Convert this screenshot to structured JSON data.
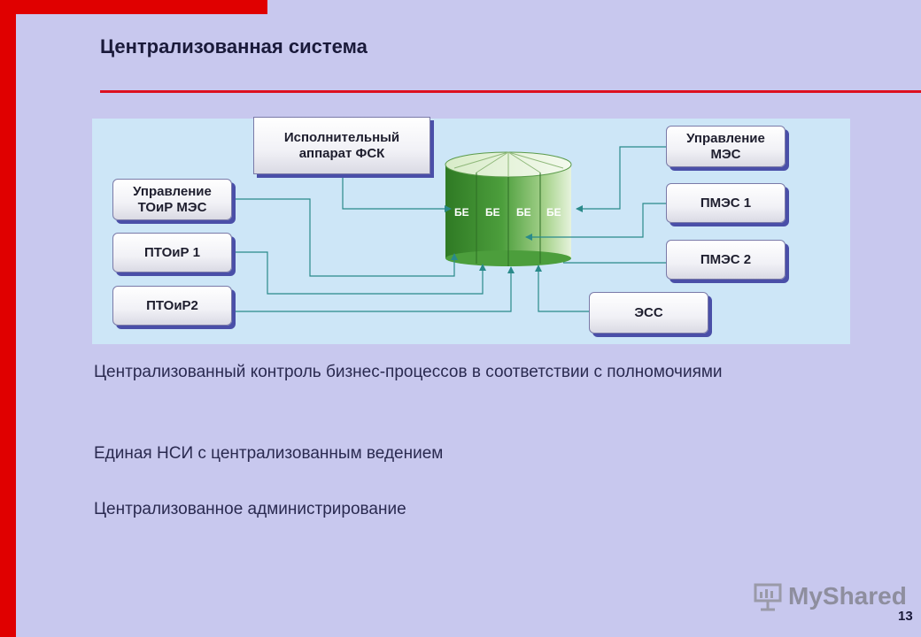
{
  "title": "Централизованная система",
  "diagram": {
    "nodes": {
      "fsk": "Исполнительный\nаппарат ФСК",
      "upr_toir": "Управление\nТОиР МЭС",
      "ptoir1": "ПТОиР 1",
      "ptoir2": "ПТОиР2",
      "upr_mes": "Управление\nМЭС",
      "pmes1": "ПМЭС 1",
      "pmes2": "ПМЭС 2",
      "ess": "ЭСС"
    },
    "database_labels": [
      "БЕ",
      "БЕ",
      "БЕ",
      "БЕ"
    ]
  },
  "bullets": [
    "Централизованный контроль бизнес-процессов в соответствии с полномочиями",
    "Единая НСИ с централизованным ведением",
    "Централизованное администрирование"
  ],
  "logo_text": "MyShared",
  "page_number": "13",
  "colors": {
    "accent_red": "#e00000",
    "background": "#c8c8ee",
    "panel": "#cde6f7",
    "db_green": "#3f8f30"
  }
}
